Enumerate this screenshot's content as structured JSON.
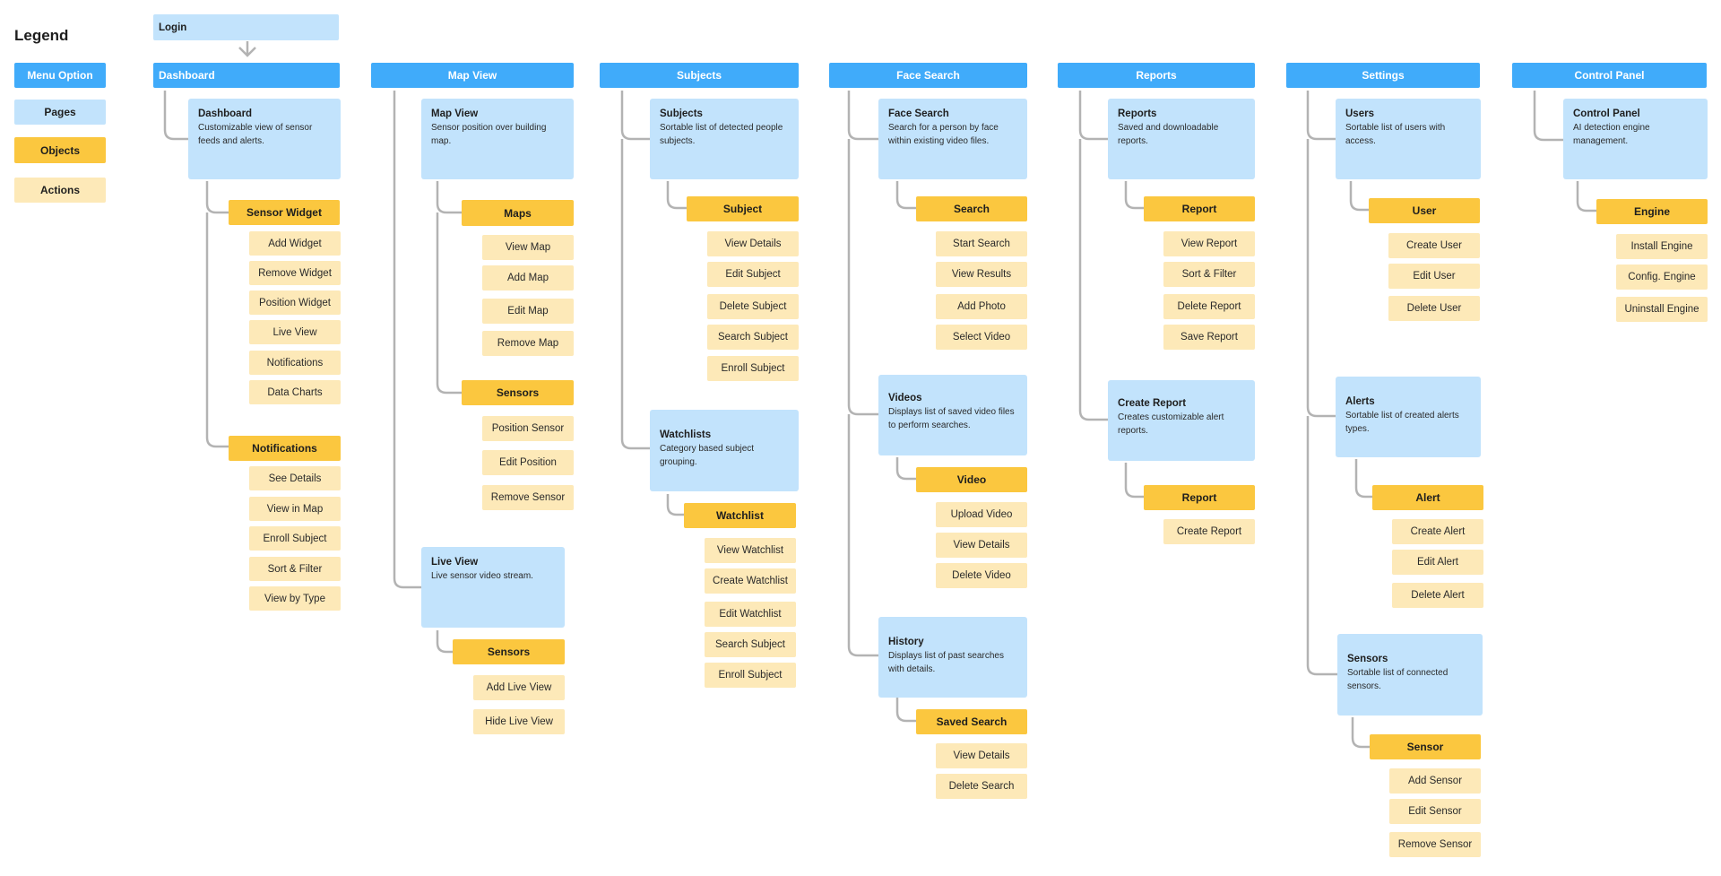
{
  "legend": {
    "title": "Legend",
    "menu_option": "Menu Option",
    "pages": "Pages",
    "objects": "Objects",
    "actions": "Actions"
  },
  "login": "Login",
  "menus": [
    "Dashboard",
    "Map View",
    "Subjects",
    "Face Search",
    "Reports",
    "Settings",
    "Control Panel"
  ],
  "dashboard": {
    "page": {
      "title": "Dashboard",
      "desc": "Customizable view of sensor feeds and alerts."
    },
    "sensor_widget": "Sensor Widget",
    "sensor_widget_actions": [
      "Add Widget",
      "Remove Widget",
      "Position Widget",
      "Live View",
      "Notifications",
      "Data Charts"
    ],
    "notifications": "Notifications",
    "notifications_actions": [
      "See Details",
      "View in Map",
      "Enroll Subject",
      "Sort & Filter",
      "View by Type"
    ]
  },
  "mapview": {
    "page": {
      "title": "Map View",
      "desc": "Sensor position over building map."
    },
    "maps": "Maps",
    "maps_actions": [
      "View Map",
      "Add Map",
      "Edit Map",
      "Remove Map"
    ],
    "sensors": "Sensors",
    "sensors_actions": [
      "Position Sensor",
      "Edit Position",
      "Remove Sensor"
    ],
    "liveview_page": {
      "title": "Live View",
      "desc": "Live sensor video stream."
    },
    "lv_sensors": "Sensors",
    "lv_sensors_actions": [
      "Add Live View",
      "Hide Live View"
    ]
  },
  "subjects": {
    "page": {
      "title": "Subjects",
      "desc": "Sortable list of detected people subjects."
    },
    "subject": "Subject",
    "subject_actions": [
      "View Details",
      "Edit Subject",
      "Delete Subject",
      "Search Subject",
      "Enroll Subject"
    ],
    "watchlists_page": {
      "title": "Watchlists",
      "desc": "Category based subject grouping."
    },
    "watchlist": "Watchlist",
    "watchlist_actions": [
      "View Watchlist",
      "Create Watchlist",
      "Edit Watchlist",
      "Search Subject",
      "Enroll Subject"
    ]
  },
  "facesearch": {
    "page": {
      "title": "Face Search",
      "desc": "Search for a person by face within existing video files."
    },
    "search": "Search",
    "search_actions": [
      "Start Search",
      "View Results",
      "Add Photo",
      "Select Video"
    ],
    "videos_page": {
      "title": "Videos",
      "desc": "Displays list of saved video files to perform searches."
    },
    "video": "Video",
    "video_actions": [
      "Upload Video",
      "View Details",
      "Delete Video"
    ],
    "history_page": {
      "title": "History",
      "desc": "Displays list of past searches with details."
    },
    "saved_search": "Saved Search",
    "saved_search_actions": [
      "View Details",
      "Delete Search"
    ]
  },
  "reports": {
    "page": {
      "title": "Reports",
      "desc": "Saved and downloadable reports."
    },
    "report": "Report",
    "report_actions": [
      "View Report",
      "Sort & Filter",
      "Delete Report",
      "Save Report"
    ],
    "create_page": {
      "title": "Create Report",
      "desc": "Creates customizable alert reports."
    },
    "create_report_obj": "Report",
    "create_report_actions": [
      "Create Report"
    ]
  },
  "settings": {
    "users_page": {
      "title": "Users",
      "desc": "Sortable list of users with access."
    },
    "user": "User",
    "user_actions": [
      "Create User",
      "Edit User",
      "Delete User"
    ],
    "alerts_page": {
      "title": "Alerts",
      "desc": "Sortable list of created alerts types."
    },
    "alert": "Alert",
    "alert_actions": [
      "Create Alert",
      "Edit Alert",
      "Delete Alert"
    ],
    "sensors_page": {
      "title": "Sensors",
      "desc": "Sortable list of connected sensors."
    },
    "sensor": "Sensor",
    "sensor_actions": [
      "Add Sensor",
      "Edit Sensor",
      "Remove Sensor"
    ]
  },
  "controlpanel": {
    "page": {
      "title": "Control Panel",
      "desc": "AI detection engine management."
    },
    "engine": "Engine",
    "engine_actions": [
      "Install Engine",
      "Config. Engine",
      "Uninstall Engine"
    ]
  },
  "colors": {
    "menu": "#40abfa",
    "page": "#c2e3fc",
    "object": "#fbc73f",
    "action": "#fde9b8",
    "connector": "#b3b3b3"
  }
}
